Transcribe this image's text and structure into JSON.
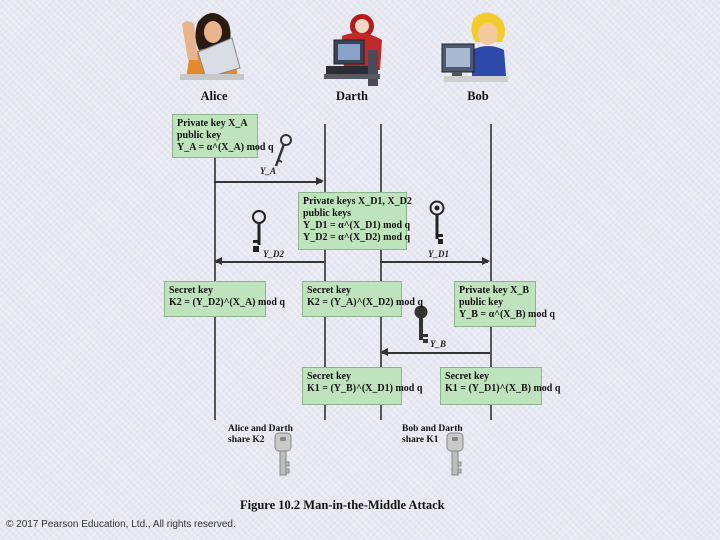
{
  "actors": {
    "alice": "Alice",
    "darth": "Darth",
    "bob": "Bob"
  },
  "boxes": {
    "alice_private": {
      "l1": "Private key X_A",
      "l2": "public key",
      "l3": "Y_A = α^(X_A) mod q"
    },
    "darth_private": {
      "l1": "Private keys X_D1, X_D2",
      "l2": "public keys",
      "l3": "Y_D1 = α^(X_D1) mod q",
      "l4": "Y_D2 = α^(X_D2) mod q"
    },
    "alice_secret": {
      "l1": "Secret key",
      "l2": "K2 = (Y_D2)^(X_A) mod q"
    },
    "darth_secret_k2": {
      "l1": "Secret key",
      "l2": "K2 = (Y_A)^(X_D2) mod q"
    },
    "bob_private": {
      "l1": "Private key X_B",
      "l2": "public key",
      "l3": "Y_B = α^(X_B) mod q"
    },
    "darth_secret_k1": {
      "l1": "Secret key",
      "l2": "K1 = (Y_B)^(X_D1) mod q"
    },
    "bob_secret": {
      "l1": "Secret key",
      "l2": "K1 = (Y_D1)^(X_B) mod q"
    }
  },
  "messages": {
    "ya": "Y_A",
    "yd2": "Y_D2",
    "yd1": "Y_D1",
    "yb": "Y_B"
  },
  "shares": {
    "alice_darth": "Alice and Darth share K2",
    "bob_darth": "Bob and Darth share K1"
  },
  "figure_caption": "Figure 10.2  Man-in-the-Middle Attack",
  "copyright": "© 2017 Pearson Education, Ltd., All rights reserved.",
  "colors": {
    "box_fill": "#bfe3bd",
    "background": "#e7e8f2"
  },
  "icons": [
    "key-icon",
    "alice-computer-icon",
    "darth-computer-icon",
    "bob-computer-icon"
  ]
}
